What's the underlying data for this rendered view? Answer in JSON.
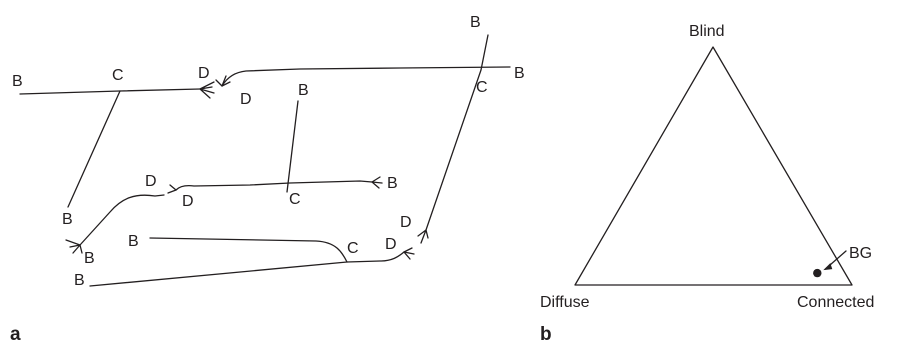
{
  "panel_a": {
    "label": "a",
    "node_labels": [
      "B",
      "C",
      "D",
      "D",
      "B",
      "B",
      "C",
      "B",
      "C",
      "D",
      "D",
      "B",
      "B",
      "B",
      "B",
      "C",
      "D",
      "D",
      "B"
    ]
  },
  "panel_b": {
    "label": "b",
    "vertices": {
      "top": "Blind",
      "left": "Diffuse",
      "right": "Connected"
    },
    "point_label": "BG",
    "point_position": {
      "Blind": 0.05,
      "Diffuse": 0.1,
      "Connected": 0.85
    }
  }
}
